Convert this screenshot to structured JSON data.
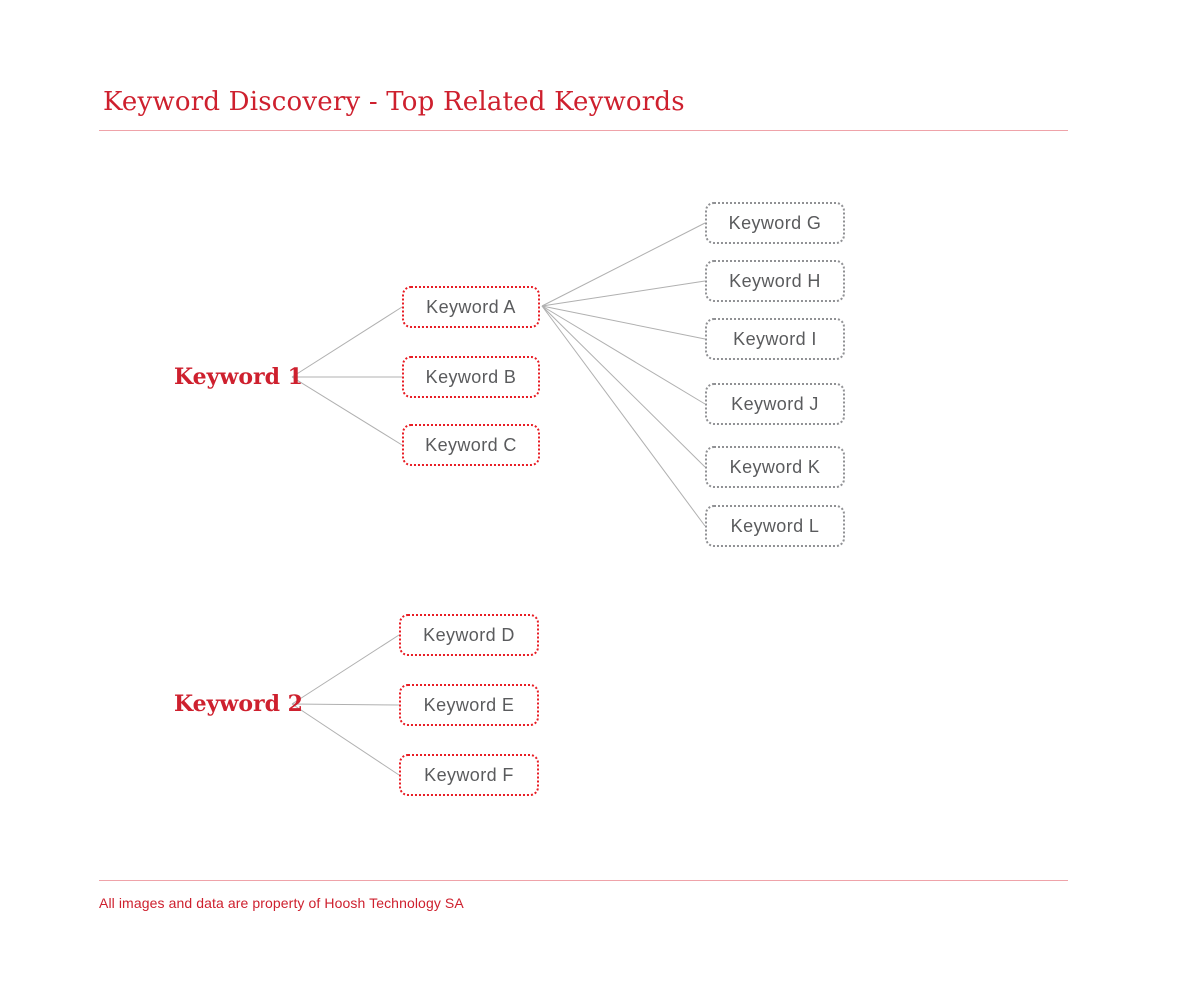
{
  "page": {
    "title": "Keyword Discovery - Top Related Keywords",
    "footer_note": "All images and data are property of Hoosh Technology SA"
  },
  "colors": {
    "accent_red": "#ce202e",
    "node_red_border": "#e81c24",
    "node_gray_border": "#909194",
    "node_text": "#5a5b5d",
    "connector_gray": "#b0b0b0",
    "divider_pink": "#efa3a9"
  },
  "diagram": {
    "groups": [
      {
        "root": "Keyword 1",
        "children": [
          "Keyword A",
          "Keyword B",
          "Keyword C"
        ]
      },
      {
        "root": "Keyword 2",
        "children": [
          "Keyword D",
          "Keyword E",
          "Keyword F"
        ]
      }
    ],
    "expanded_node": "Keyword A",
    "related": [
      "Keyword G",
      "Keyword H",
      "Keyword I",
      "Keyword J",
      "Keyword K",
      "Keyword L"
    ]
  }
}
